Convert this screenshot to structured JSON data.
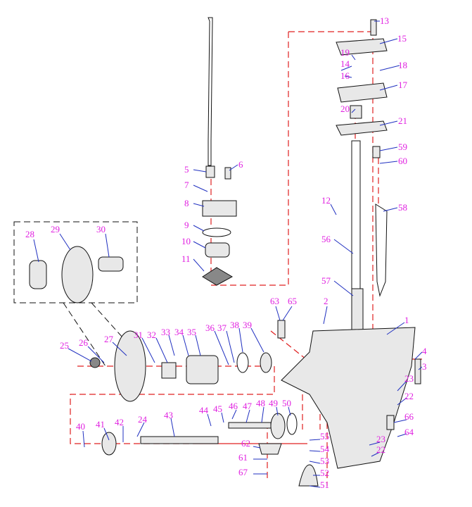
{
  "diagram": {
    "labels": [
      "13",
      "15",
      "19",
      "14",
      "18",
      "16",
      "17",
      "20",
      "21",
      "59",
      "60",
      "5",
      "6",
      "7",
      "8",
      "9",
      "10",
      "11",
      "12",
      "58",
      "56",
      "57",
      "28",
      "29",
      "30",
      "63",
      "65",
      "2",
      "1",
      "4",
      "3",
      "25",
      "26",
      "27",
      "31",
      "32",
      "33",
      "34",
      "35",
      "36",
      "37",
      "38",
      "39",
      "23",
      "22",
      "66",
      "64",
      "23",
      "22",
      "40",
      "41",
      "42",
      "24",
      "43",
      "44",
      "45",
      "46",
      "47",
      "48",
      "49",
      "50",
      "55",
      "54",
      "53",
      "52",
      "51",
      "62",
      "61",
      "67"
    ],
    "colors": {
      "label": "#e020e0",
      "leader": "#2030c0",
      "centerline": "#e02020"
    }
  }
}
